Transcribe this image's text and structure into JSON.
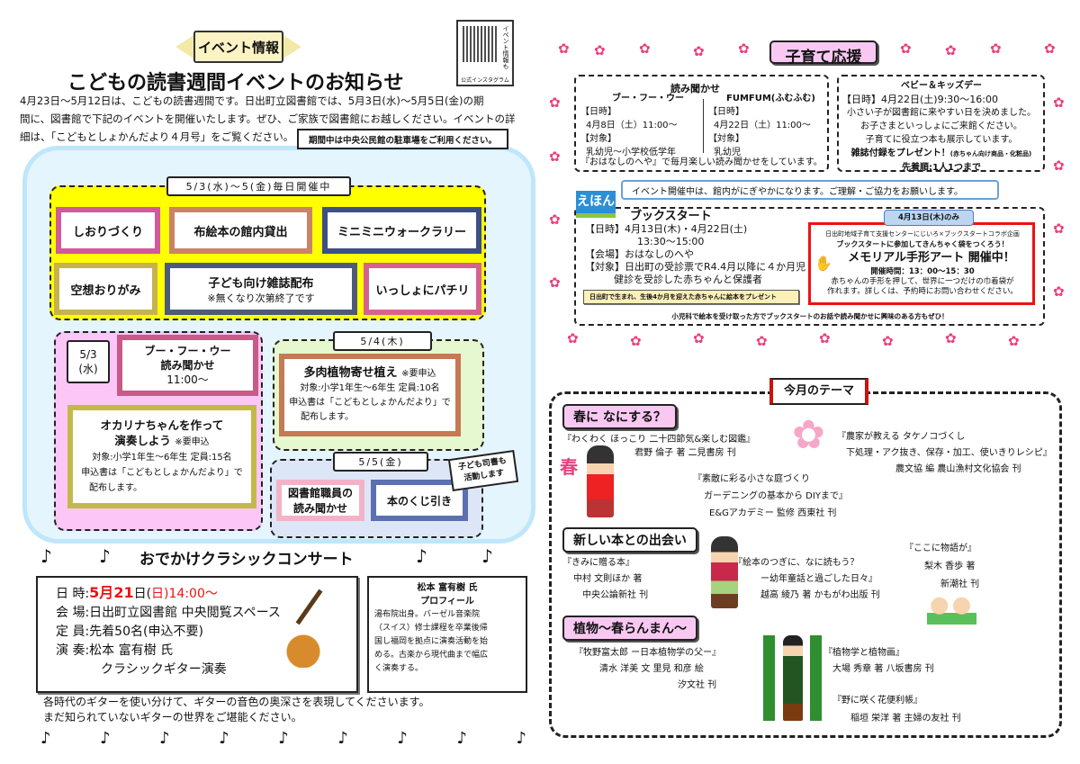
{
  "left": {
    "ribbon": "イベント情報",
    "qr_side": "イベント情報も",
    "qr_caption": "公式インスタグラム",
    "title": "こどもの読書週間イベントのお知らせ",
    "intro": [
      "4月23日～5月12日は、こどもの読書週間です。日出町立図書館では、5月3日(水)～5月5日(金)の期",
      "間に、図書館で下記のイベントを開催いたします。ぜひ、ご家族で図書館にお越しください。イベントの詳",
      "細は、「こどもとしょかんだより４月号」をご覧ください。"
    ],
    "parking": "期間中は中央公民館の駐車場をご利用ください。",
    "daily": {
      "header": "5/3(水)～5(金)毎日開催中",
      "items": [
        "しおりづくり",
        "布絵本の館内貸出",
        "ミニミニウォークラリー",
        "空想おりがみ",
        "子ども向け雑誌配布",
        "いっしょにパチリ"
      ],
      "magazine_note": "※無くなり次第終了です"
    },
    "may3": {
      "date1": "5/3",
      "date2": "(水)",
      "story_title1": "ブー・フー・ウー",
      "story_title2": "読み聞かせ",
      "story_time": "11:00～",
      "ocarina_title1": "オカリナちゃんを作って",
      "ocarina_title2": "演奏しよう",
      "ocarina_req": "※要申込",
      "ocarina_target": "対象:小学1年生～6年生 定員:15名",
      "ocarina_form1": "申込書は「こどもとしょかんだより」で",
      "ocarina_form2": "配布します。"
    },
    "may4": {
      "header": "5/4(木)",
      "title": "多肉植物寄せ植え",
      "req": "※要申込",
      "target": "対象:小学1年生～6年生  定員:10名",
      "form1": "申込書は「こどもとしょかんだより」で",
      "form2": "配布します。"
    },
    "may5": {
      "header": "5/5(金)",
      "item1a": "図書館職員の",
      "item1b": "読み聞かせ",
      "item2": "本のくじ引き",
      "note1": "子ども司書も",
      "note2": "活動します"
    },
    "concert": {
      "title": "おでかけクラシックコンサート",
      "date_label": "日 時:",
      "date_month": "5月",
      "date_day": "21",
      "date_mid": "日(",
      "date_dow": "日",
      "date_end": ")14:00～",
      "venue": "会 場:日出町立図書館  中央閲覧スペース",
      "capacity": "定 員:先着50名(申込不要)",
      "performer": "演 奏:松本 富有樹 氏",
      "performer2": "クラシックギター演奏",
      "profile_name": "松本 富有樹 氏",
      "profile_head": "プロフィール",
      "profile_text": [
        "湯布院出身。バーゼル音楽院",
        "（スイス）修士課程を卒業後帰",
        "国し福岡を拠点に演奏活動を始",
        "める。古楽から現代曲まで幅広",
        "く演奏する。"
      ],
      "footer": [
        "各時代のギターを使い分けて、ギターの音色の奥深さを表現してくださいます。",
        "まだ知られていないギターの世界をご堪能ください。"
      ]
    }
  },
  "right": {
    "kosodate": {
      "header": "子育て応援",
      "yomi": {
        "title": "読み聞かせ",
        "col1": {
          "name": "ブー・フー・ウー",
          "l1": "【日時】",
          "l2": "4月8日（土）11:00～",
          "l3": "【対象】",
          "l4": "乳幼児～小学校低学年"
        },
        "col2": {
          "name": "FUMFUM(ふむふむ)",
          "l1": "【日時】",
          "l2": "4月22日（土）11:00～",
          "l3": "【対象】",
          "l4": "乳幼児"
        },
        "footer": "『おはなしのへや』で毎月楽しい読み聞かせをしています。"
      },
      "baby": {
        "title": "ベビー＆キッズデー",
        "date": "【日時】4月22日(土)9:30～16:00",
        "l1": "小さい子が図書館に来やすい日を決めました。",
        "l2": "お子さまといっしょにご来館ください。",
        "l3": "子育てに役立つ本も展示しています。",
        "l4": "雑誌付録をプレゼント！",
        "l4s": "(赤ちゃん向け商品・化粧品)",
        "l5": "先着順:1人1つまで"
      },
      "notice": "イベント開催中は、館内がにぎやかになります。ご理解・ご協力をお願いします。",
      "ehon": "えほん",
      "bookstart": {
        "title": "ブックスタート",
        "l1": "【日時】4月13日(木)・4月22日(土)",
        "l2": "13:30～15:00",
        "l3": "【会場】おはなしのへや",
        "l4": "【対象】日出町の受診票でR4.4月以降に４か月児",
        "l5": "健診を受診した赤ちゃんと保護者",
        "strip": "日出町で生まれ、生後4か月を迎えた赤ちゃんに絵本をプレゼント",
        "footer": "小児科で絵本を受け取った方でブックスタートのお話や読み聞かせに興味のある方もぜひ！"
      },
      "memorial": {
        "tag": "4月13日(木)のみ",
        "l1": "日出町地域子育て支援センターにじいろ×ブックスタートコラボ企画",
        "l2": "ブックスタートに参加してきんちゃく袋をつくろう！",
        "title": "メモリアル手形アート  開催中！",
        "time": "開催時間：13：00～15：30",
        "l3": "赤ちゃんの手形を押して、世界に一つだけの巾着袋が",
        "l4": "作れます。詳しくは、予約時にお問い合わせください。"
      }
    },
    "theme": {
      "header": "今月のテーマ",
      "s1": {
        "tag": "春に なにする？",
        "haru": "春",
        "b1": {
          "t": "『わくわく ほっこり 二十四節気&楽しむ図鑑』",
          "a": "君野 倫子 著   二見書房 刊"
        },
        "b2": {
          "t1": "『素敵に彩る小さな庭づくり",
          "t2": "ガーデニングの基本から DIYまで』",
          "a": "E&Gアカデミー 監修 西東社 刊"
        },
        "b3": {
          "t1": "『農家が教える タケノコづくし",
          "t2": "下処理・アク抜き、保存・加工、使いきりレシピ』",
          "a": "農文協 編  農山漁村文化協会 刊"
        }
      },
      "s2": {
        "tag": "新しい本との出会い",
        "b1": {
          "t": "『きみに贈る本』",
          "a1": "中村 文則ほか 著",
          "a2": "中央公論新社 刊"
        },
        "b2": {
          "t1": "『絵本のつぎに、なに読もう？",
          "t2": "ー幼年童話と過ごした日々』",
          "a": "越高 綾乃 著 かもがわ出版 刊"
        },
        "b3": {
          "t": "『ここに物語が』",
          "a1": "梨木 香歩 著",
          "a2": "新潮社 刊"
        }
      },
      "s3": {
        "tag": "植物～春らんまん～",
        "b1": {
          "t": "『牧野富太郎 ー日本植物学の父ー』",
          "a1": "清水 洋美 文 里見 和彦 絵",
          "a2": "汐文社 刊"
        },
        "b2": {
          "t": "『植物学と植物画』",
          "a": "大場 秀章 著  八坂書房 刊"
        },
        "b3": {
          "t": "『野に咲く花便利帳』",
          "a": "稲垣 栄洋 著 主婦の友社 刊"
        }
      }
    }
  },
  "colors": {
    "yellow": "#ffff00",
    "pink": "#fcc6f6",
    "green": "#e6f8cf",
    "blue": "#dde6f7",
    "red": "#ee1111",
    "tag": "#f9c8f2"
  }
}
